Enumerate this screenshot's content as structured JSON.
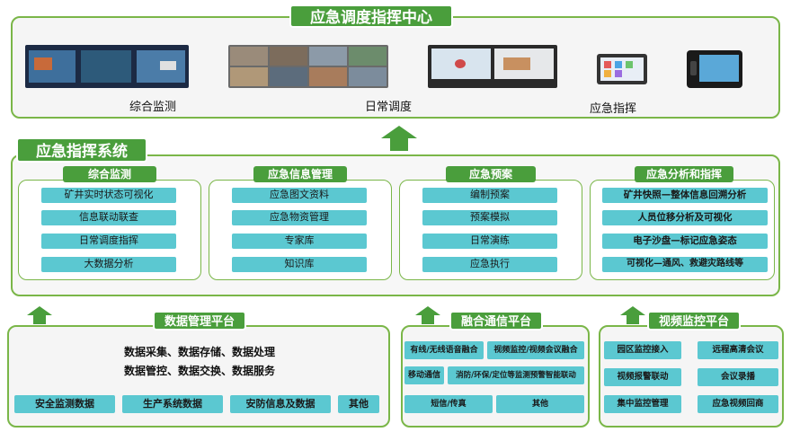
{
  "center": {
    "title": "应急调度指挥中心",
    "labels": [
      "综合监测",
      "日常调度",
      "应急指挥"
    ]
  },
  "system": {
    "title": "应急指挥系统",
    "groups": [
      {
        "title": "综合监测",
        "items": [
          "矿井实时状态可视化",
          "信息联动联查",
          "日常调度指挥",
          "大数据分析"
        ]
      },
      {
        "title": "应急信息管理",
        "items": [
          "应急图文资料",
          "应急物资管理",
          "专家库",
          "知识库"
        ]
      },
      {
        "title": "应急预案",
        "items": [
          "编制预案",
          "预案模拟",
          "日常演练",
          "应急执行"
        ]
      },
      {
        "title": "应急分析和指挥",
        "items": [
          "矿井快照—整体信息回溯分析",
          "人员位移分析及可视化",
          "电子沙盘—标记应急姿态",
          "可视化—通风、救避灾路线等"
        ]
      }
    ]
  },
  "data_platform": {
    "title": "数据管理平台",
    "lines": [
      "数据采集、数据存储、数据处理",
      "数据管控、数据交换、数据服务"
    ],
    "items": [
      "安全监测数据",
      "生产系统数据",
      "安防信息及数据",
      "其他"
    ]
  },
  "comm_platform": {
    "title": "融合通信平台",
    "items": [
      "有线/无线语音融合",
      "视频监控/视频会议融合",
      "移动通信",
      "消防/环保/定位等监测预警智能联动",
      "短信/传真",
      "其他"
    ]
  },
  "video_platform": {
    "title": "视频监控平台",
    "items": [
      "园区监控接入",
      "远程高清会议",
      "视频报警联动",
      "会议录播",
      "集中监控管理",
      "应急视频回商"
    ]
  }
}
